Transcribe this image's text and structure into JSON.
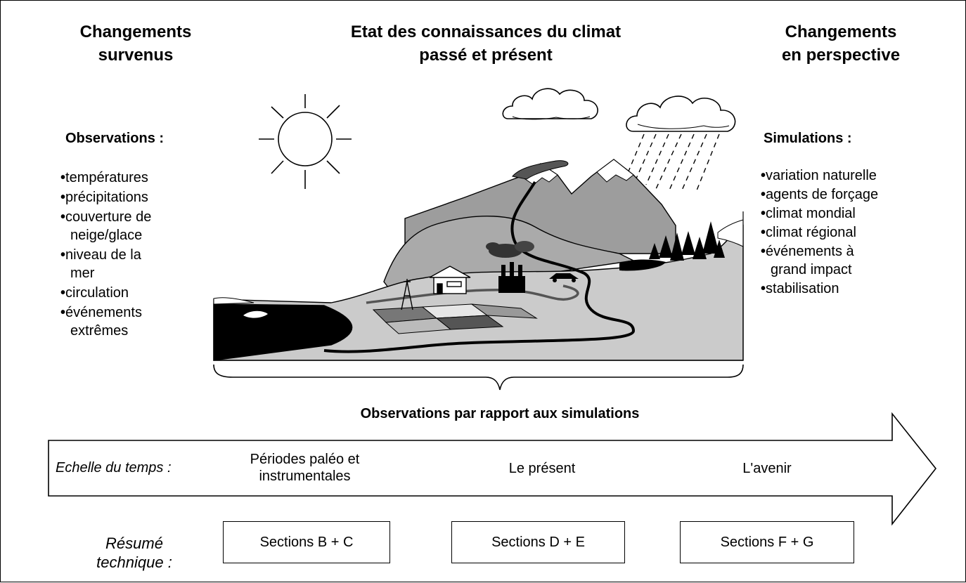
{
  "headings": {
    "left": "Changements\nsurvenus",
    "center": "Etat des connaissances du climat\npassé et présent",
    "right": "Changements\nen perspective"
  },
  "observations": {
    "title": "Observations :",
    "items": [
      "températures",
      "précipitations",
      "couverture de neige/glace",
      "niveau de la mer",
      "circulation",
      "événements extrêmes"
    ]
  },
  "simulations": {
    "title": "Simulations :",
    "items": [
      "variation naturelle",
      "agents de forçage",
      "climat mondial",
      "climat régional",
      "événements à grand impact",
      "stabilisation"
    ]
  },
  "comparison_label": "Observations par rapport aux simulations",
  "timescale": {
    "label": "Echelle du temps :",
    "periods": [
      "Périodes paléo et instrumentales",
      "Le présent",
      "L'avenir"
    ]
  },
  "summary": {
    "label": "Résumé technique :",
    "sections": [
      "Sections B + C",
      "Sections D + E",
      "Sections F + G"
    ]
  },
  "colors": {
    "ink": "#000000",
    "background": "#ffffff",
    "land": "#c8c8c8",
    "mountain": "#a0a0a0",
    "snow": "#ffffff",
    "water": "#000000"
  },
  "icons": [
    "sun-icon",
    "cloud-icon",
    "rain-cloud-icon",
    "mountain-icon",
    "house-icon",
    "factory-icon",
    "windmill-icon",
    "car-icon",
    "tree-icon",
    "river-icon"
  ]
}
